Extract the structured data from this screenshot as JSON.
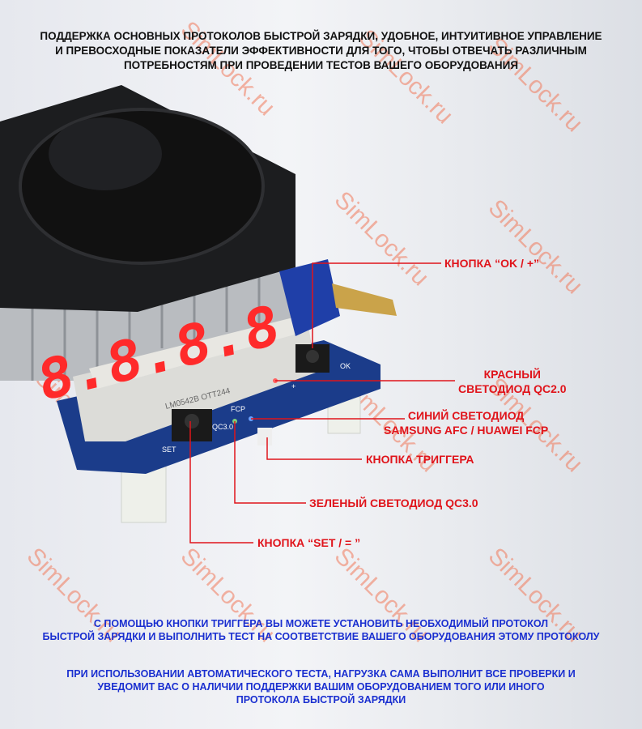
{
  "header": {
    "lines": [
      "ПОДДЕРЖКА ОСНОВНЫХ ПРОТОКОЛОВ БЫСТРОЙ ЗАРЯДКИ, УДОБНОЕ, ИНТУИТИВНОЕ УПРАВЛЕНИЕ",
      "И ПРЕВОСХОДНЫЕ ПОКАЗАТЕЛИ ЭФФЕКТИВНОСТИ ДЛЯ ТОГО, ЧТОБЫ ОТВЕЧАТЬ РАЗЛИЧНЫМ",
      "ПОТРЕБНОСТЯМ ПРИ ПРОВЕДЕНИИ ТЕСТОВ ВАШЕГО ОБОРУДОВАНИЯ"
    ]
  },
  "callouts": {
    "ok_button": [
      "КНОПКА “OK / +”"
    ],
    "red_led": [
      "КРАСНЫЙ",
      "СВЕТОДИОД QC2.0"
    ],
    "blue_led": [
      "СИНИЙ СВЕТОДИОД",
      "SAMSUNG AFC / HUAWEI FCP"
    ],
    "trigger_button": [
      "КНОПКА ТРИГГЕРА"
    ],
    "green_led": [
      "ЗЕЛЕНЫЙ СВЕТОДИОД QC3.0"
    ],
    "set_button": [
      "КНОПКА “SET / = ”"
    ]
  },
  "device": {
    "display": "8.8.8.8",
    "board_labels": [
      "QC3.0",
      "FCP",
      "SET",
      "OK",
      "+"
    ],
    "chip_text": "LM0542B OTT244"
  },
  "footer": {
    "para1": [
      "С ПОМОЩЬЮ КНОПКИ ТРИГГЕРА ВЫ МОЖЕТЕ УСТАНОВИТЬ НЕОБХОДИМЫЙ ПРОТОКОЛ",
      "БЫСТРОЙ ЗАРЯДКИ И ВЫПОЛНИТЬ ТЕСТ НА СООТВЕТСТВИЕ ВАШЕГО ОБОРУДОВАНИЯ ЭТОМУ ПРОТОКОЛУ"
    ],
    "para2": [
      "ПРИ ИСПОЛЬЗОВАНИИ АВТОМАТИЧЕСКОГО ТЕСТА, НАГРУЗКА САМА ВЫПОЛНИТ ВСЕ ПРОВЕРКИ И",
      "УВЕДОМИТ ВАС О НАЛИЧИИ ПОДДЕРЖКИ ВАШИМ ОБОРУДОВАНИЕМ ТОГО ИЛИ ИНОГО",
      "ПРОТОКОЛА БЫСТРОЙ ЗАРЯДКИ"
    ]
  },
  "watermark": "SimLock.ru",
  "colors": {
    "callout": "#e0141b",
    "footer_text": "#1a2fd0",
    "pcb": "#1b3c8a",
    "display_segments": "#ff2a2a"
  }
}
